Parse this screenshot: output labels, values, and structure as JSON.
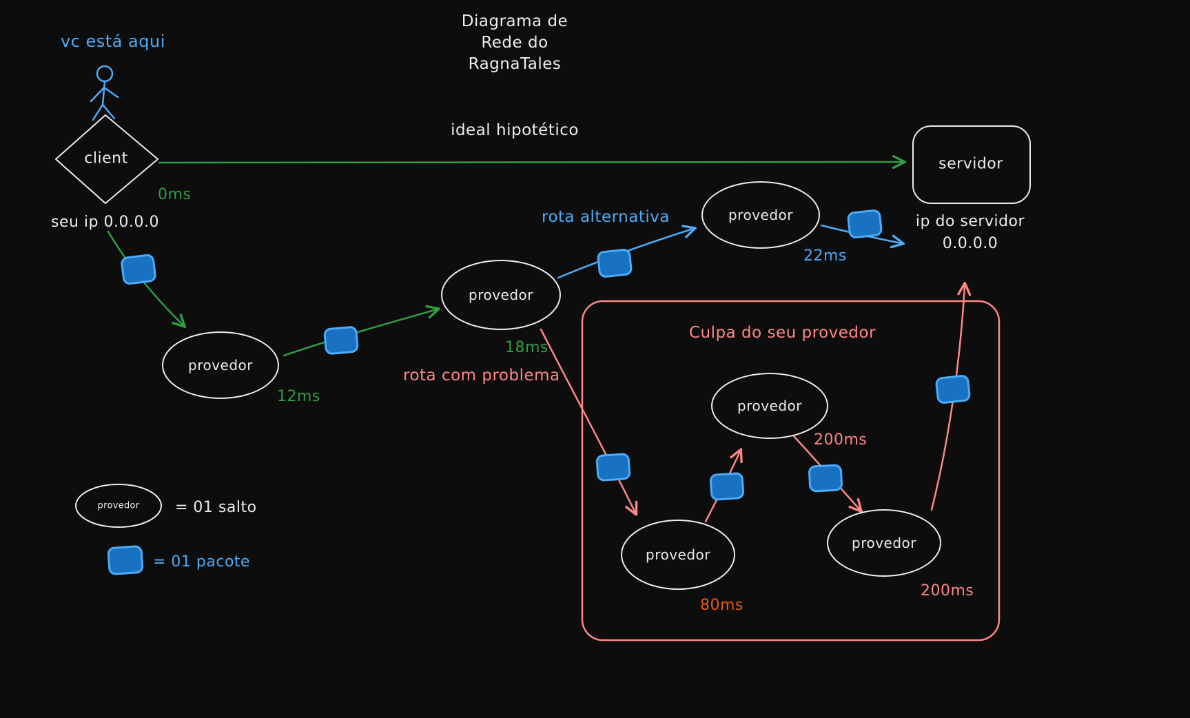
{
  "title": {
    "lines": [
      "Diagrama de",
      "Rede do",
      "RagnaTales"
    ]
  },
  "annotations": {
    "you_are_here": "vc está aqui",
    "ideal_path": "ideal hipotético",
    "your_ip": "seu ip 0.0.0.0",
    "server_ip": [
      "ip do servidor",
      "0.0.0.0"
    ],
    "alt_route": "rota alternativa",
    "problem_route": "rota com problema",
    "blame_box": "Culpa do seu provedor"
  },
  "nodes": {
    "client": "client",
    "server": "servidor",
    "provider": "provedor"
  },
  "latencies": {
    "ideal": "0ms",
    "hop1": "12ms",
    "hop2": "18ms",
    "alt": "22ms",
    "bad1": "80ms",
    "bad2": "200ms",
    "bad3": "200ms"
  },
  "legend": {
    "provider_label": "provedor",
    "salto": "= 01 salto",
    "pacote": "= 01 pacote"
  },
  "colors": {
    "background": "#0d0d0d",
    "stroke_white": "#ececec",
    "green": "#2f9e44",
    "blue": "#4dabf7",
    "packet_fill": "#1971c2",
    "red": "#ff8787",
    "orange": "#e8590c"
  }
}
